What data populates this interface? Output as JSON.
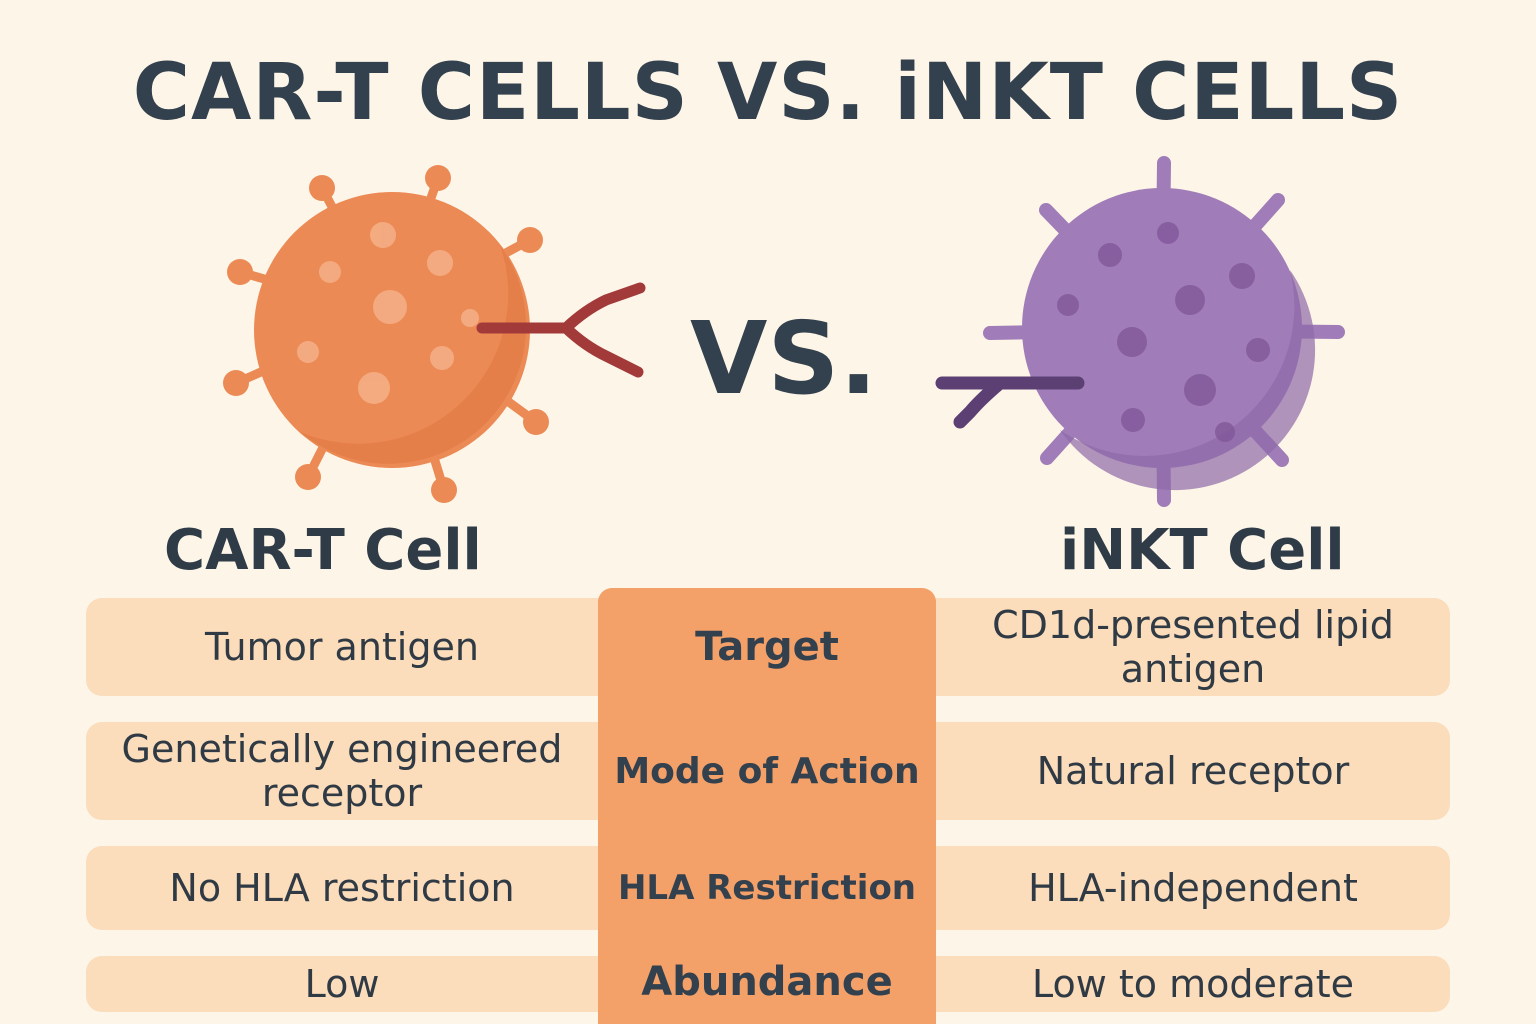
{
  "title": "CAR-T CELLS VS. iNKT CELLS",
  "vs_label": "VS.",
  "left_cell": {
    "name": "CAR-T Cell",
    "color": "#ec8a55",
    "receptor_color": "#a23a3a"
  },
  "right_cell": {
    "name": "iNKT Cell",
    "color": "#a07cb8",
    "receptor_color": "#5c3f73"
  },
  "rows": [
    {
      "category": "Target",
      "left": "Tumor antigen",
      "right": "CD1d-presented lipid antigen"
    },
    {
      "category": "Mode of Action",
      "left": "Genetically engineered receptor",
      "right": "Natural receptor"
    },
    {
      "category": "HLA Restriction",
      "left": "No HLA restriction",
      "right": "HLA-independent"
    },
    {
      "category": "Abundance",
      "left": "Low",
      "right": "Low to moderate"
    }
  ],
  "colors": {
    "background": "#fdf6e8",
    "row": "#fbdcbb",
    "center": "#f4a069",
    "text": "#33404d"
  }
}
